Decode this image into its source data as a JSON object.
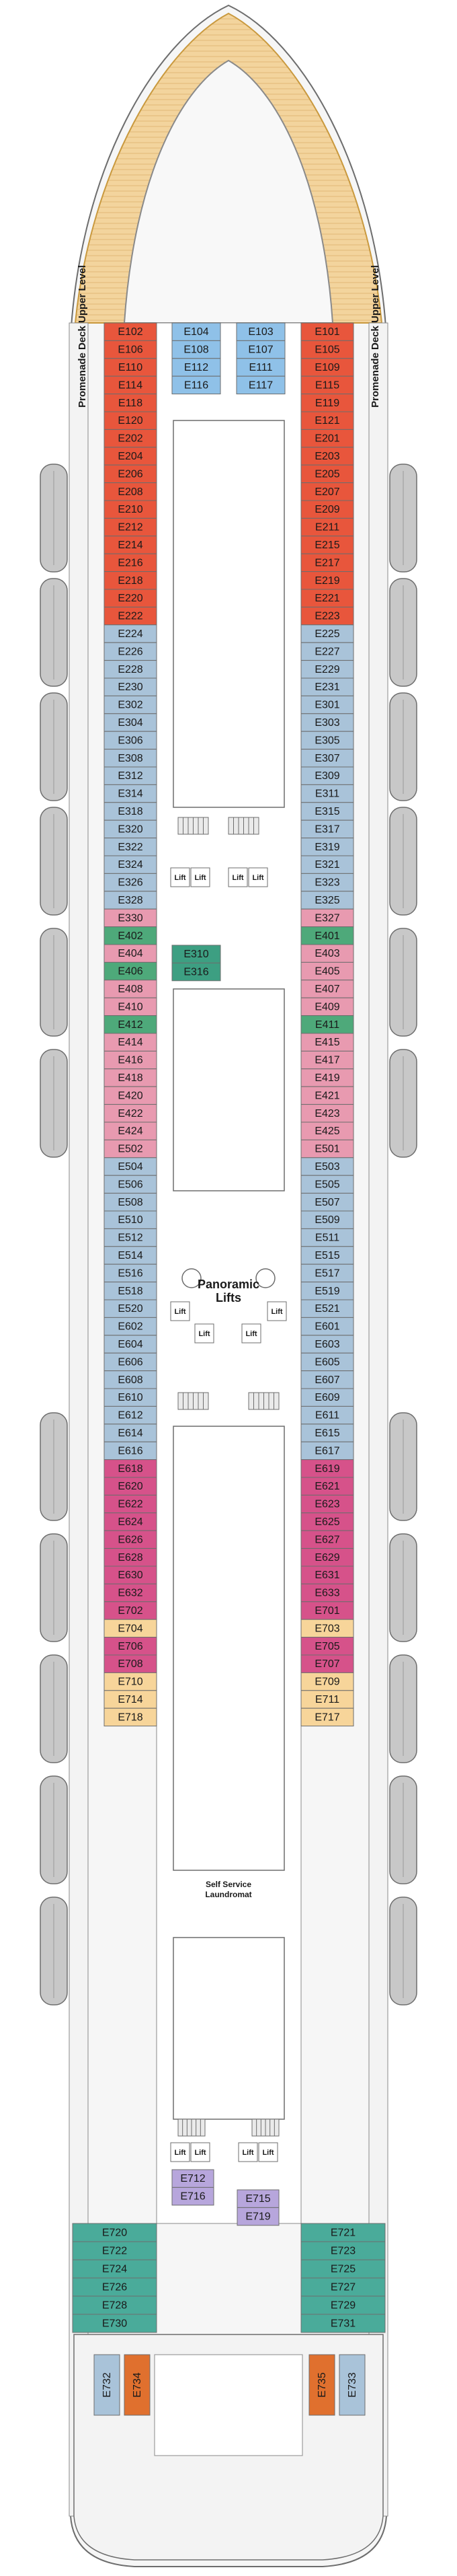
{
  "deck": {
    "promenade_label": "Promenade Deck Upper Level",
    "panoramic_lifts_label": [
      "Panoramic",
      "Lifts"
    ],
    "laundromat_label": [
      "Self Service",
      "Laundromat"
    ],
    "lift_label": "Lift"
  },
  "colors": {
    "red": "#e8563c",
    "blue": "#a9c3d9",
    "sky": "#8fc1e8",
    "green": "#4ea97a",
    "teal": "#3d9f82",
    "pink": "#e89ab0",
    "magenta": "#d6528a",
    "yellow": "#f7d59a",
    "lavender": "#b7a6dc",
    "orange": "#e0702e",
    "aqua": "#4aab9a",
    "hull": "#f3f3f3",
    "wood": "#f3d49d",
    "line": "#6d6d6d",
    "lifeboat": "#c8c8c8"
  },
  "cabins": {
    "left": [
      [
        "E102",
        "red"
      ],
      [
        "E106",
        "red"
      ],
      [
        "E110",
        "red"
      ],
      [
        "E114",
        "red"
      ],
      [
        "E118",
        "red"
      ],
      [
        "E120",
        "red"
      ],
      [
        "E202",
        "red"
      ],
      [
        "E204",
        "red"
      ],
      [
        "E206",
        "red"
      ],
      [
        "E208",
        "red"
      ],
      [
        "E210",
        "red"
      ],
      [
        "E212",
        "red"
      ],
      [
        "E214",
        "red"
      ],
      [
        "E216",
        "red"
      ],
      [
        "E218",
        "red"
      ],
      [
        "E220",
        "red"
      ],
      [
        "E222",
        "red"
      ],
      [
        "E224",
        "blue"
      ],
      [
        "E226",
        "blue"
      ],
      [
        "E228",
        "blue"
      ],
      [
        "E230",
        "blue"
      ],
      [
        "E302",
        "blue"
      ],
      [
        "E304",
        "blue"
      ],
      [
        "E306",
        "blue"
      ],
      [
        "E308",
        "blue"
      ],
      [
        "E312",
        "blue"
      ],
      [
        "E314",
        "blue"
      ],
      [
        "E318",
        "blue"
      ],
      [
        "E320",
        "blue"
      ],
      [
        "E322",
        "blue"
      ],
      [
        "E324",
        "blue"
      ],
      [
        "E326",
        "blue"
      ],
      [
        "E328",
        "blue"
      ],
      [
        "E330",
        "pink"
      ],
      [
        "E402",
        "green"
      ],
      [
        "E404",
        "pink"
      ],
      [
        "E406",
        "green"
      ],
      [
        "E408",
        "pink"
      ],
      [
        "E410",
        "pink"
      ],
      [
        "E412",
        "green"
      ],
      [
        "E414",
        "pink"
      ],
      [
        "E416",
        "pink"
      ],
      [
        "E418",
        "pink"
      ],
      [
        "E420",
        "pink"
      ],
      [
        "E422",
        "pink"
      ],
      [
        "E424",
        "pink"
      ],
      [
        "E502",
        "pink"
      ],
      [
        "E504",
        "blue"
      ],
      [
        "E506",
        "blue"
      ],
      [
        "E508",
        "blue"
      ],
      [
        "E510",
        "blue"
      ],
      [
        "E512",
        "blue"
      ],
      [
        "E514",
        "blue"
      ],
      [
        "E516",
        "blue"
      ],
      [
        "E518",
        "blue"
      ],
      [
        "E520",
        "blue"
      ],
      [
        "E602",
        "blue"
      ],
      [
        "E604",
        "blue"
      ],
      [
        "E606",
        "blue"
      ],
      [
        "E608",
        "blue"
      ],
      [
        "E610",
        "blue"
      ],
      [
        "E612",
        "blue"
      ],
      [
        "E614",
        "blue"
      ],
      [
        "E616",
        "blue"
      ],
      [
        "E618",
        "magenta"
      ],
      [
        "E620",
        "magenta"
      ],
      [
        "E622",
        "magenta"
      ],
      [
        "E624",
        "magenta"
      ],
      [
        "E626",
        "magenta"
      ],
      [
        "E628",
        "magenta"
      ],
      [
        "E630",
        "magenta"
      ],
      [
        "E632",
        "magenta"
      ],
      [
        "E702",
        "magenta"
      ],
      [
        "E704",
        "yellow"
      ],
      [
        "E706",
        "magenta"
      ],
      [
        "E708",
        "magenta"
      ],
      [
        "E710",
        "yellow"
      ],
      [
        "E714",
        "yellow"
      ],
      [
        "E718",
        "yellow"
      ]
    ],
    "right": [
      [
        "E101",
        "red"
      ],
      [
        "E105",
        "red"
      ],
      [
        "E109",
        "red"
      ],
      [
        "E115",
        "red"
      ],
      [
        "E119",
        "red"
      ],
      [
        "E121",
        "red"
      ],
      [
        "E201",
        "red"
      ],
      [
        "E203",
        "red"
      ],
      [
        "E205",
        "red"
      ],
      [
        "E207",
        "red"
      ],
      [
        "E209",
        "red"
      ],
      [
        "E211",
        "red"
      ],
      [
        "E215",
        "red"
      ],
      [
        "E217",
        "red"
      ],
      [
        "E219",
        "red"
      ],
      [
        "E221",
        "red"
      ],
      [
        "E223",
        "red"
      ],
      [
        "E225",
        "blue"
      ],
      [
        "E227",
        "blue"
      ],
      [
        "E229",
        "blue"
      ],
      [
        "E231",
        "blue"
      ],
      [
        "E301",
        "blue"
      ],
      [
        "E303",
        "blue"
      ],
      [
        "E305",
        "blue"
      ],
      [
        "E307",
        "blue"
      ],
      [
        "E309",
        "blue"
      ],
      [
        "E311",
        "blue"
      ],
      [
        "E315",
        "blue"
      ],
      [
        "E317",
        "blue"
      ],
      [
        "E319",
        "blue"
      ],
      [
        "E321",
        "blue"
      ],
      [
        "E323",
        "blue"
      ],
      [
        "E325",
        "blue"
      ],
      [
        "E327",
        "pink"
      ],
      [
        "E401",
        "green"
      ],
      [
        "E403",
        "pink"
      ],
      [
        "E405",
        "pink"
      ],
      [
        "E407",
        "pink"
      ],
      [
        "E409",
        "pink"
      ],
      [
        "E411",
        "green"
      ],
      [
        "E415",
        "pink"
      ],
      [
        "E417",
        "pink"
      ],
      [
        "E419",
        "pink"
      ],
      [
        "E421",
        "pink"
      ],
      [
        "E423",
        "pink"
      ],
      [
        "E425",
        "pink"
      ],
      [
        "E501",
        "pink"
      ],
      [
        "E503",
        "blue"
      ],
      [
        "E505",
        "blue"
      ],
      [
        "E507",
        "blue"
      ],
      [
        "E509",
        "blue"
      ],
      [
        "E511",
        "blue"
      ],
      [
        "E515",
        "blue"
      ],
      [
        "E517",
        "blue"
      ],
      [
        "E519",
        "blue"
      ],
      [
        "E521",
        "blue"
      ],
      [
        "E601",
        "blue"
      ],
      [
        "E603",
        "blue"
      ],
      [
        "E605",
        "blue"
      ],
      [
        "E607",
        "blue"
      ],
      [
        "E609",
        "blue"
      ],
      [
        "E611",
        "blue"
      ],
      [
        "E615",
        "blue"
      ],
      [
        "E617",
        "blue"
      ],
      [
        "E619",
        "magenta"
      ],
      [
        "E621",
        "magenta"
      ],
      [
        "E623",
        "magenta"
      ],
      [
        "E625",
        "magenta"
      ],
      [
        "E627",
        "magenta"
      ],
      [
        "E629",
        "magenta"
      ],
      [
        "E631",
        "magenta"
      ],
      [
        "E633",
        "magenta"
      ],
      [
        "E701",
        "magenta"
      ],
      [
        "E703",
        "yellow"
      ],
      [
        "E705",
        "magenta"
      ],
      [
        "E707",
        "magenta"
      ],
      [
        "E709",
        "yellow"
      ],
      [
        "E711",
        "yellow"
      ],
      [
        "E717",
        "yellow"
      ]
    ],
    "forward_inner": [
      [
        "E104",
        "sky"
      ],
      [
        "E103",
        "sky"
      ],
      [
        "E108",
        "sky"
      ],
      [
        "E107",
        "sky"
      ],
      [
        "E112",
        "sky"
      ],
      [
        "E111",
        "sky"
      ],
      [
        "E116",
        "sky"
      ],
      [
        "E117",
        "sky"
      ]
    ],
    "central": [
      [
        "E310",
        "teal"
      ],
      [
        "E316",
        "teal"
      ]
    ],
    "aft_inner": [
      [
        "E712",
        "lavender"
      ],
      [
        "E716",
        "lavender"
      ],
      [
        "E715",
        "lavender"
      ],
      [
        "E719",
        "lavender"
      ]
    ],
    "aft_left_block": [
      "E720",
      "E722",
      "E724",
      "E726",
      "E728",
      "E730"
    ],
    "aft_right_block": [
      "E721",
      "E723",
      "E725",
      "E727",
      "E729",
      "E731"
    ],
    "stern": [
      [
        "E732",
        "blue"
      ],
      [
        "E734",
        "orange"
      ],
      [
        "E735",
        "orange"
      ],
      [
        "E733",
        "blue"
      ]
    ]
  }
}
